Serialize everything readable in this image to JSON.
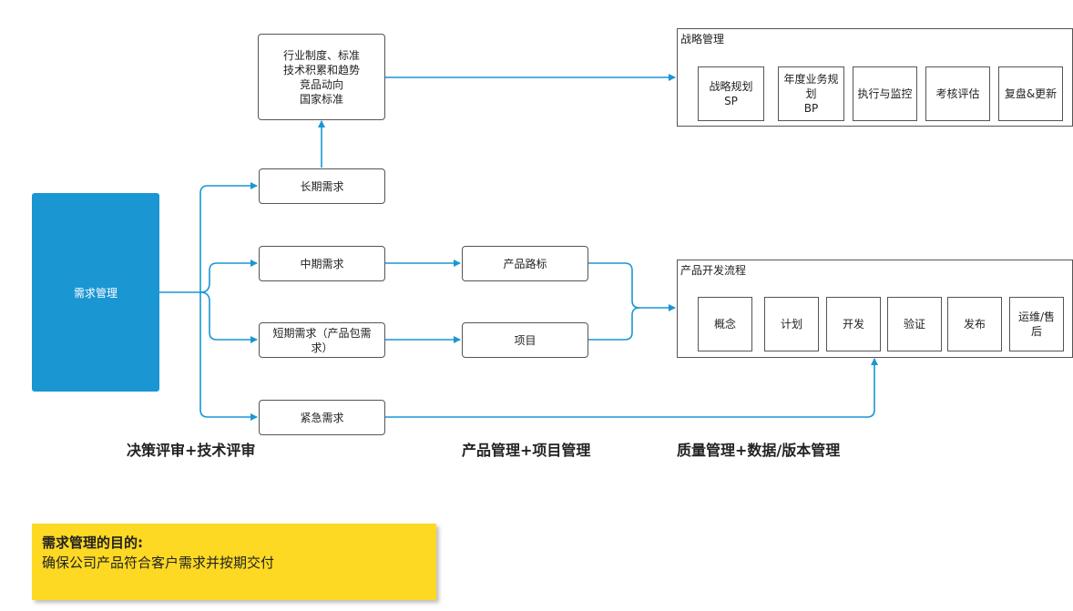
{
  "main": {
    "label": "需求管理"
  },
  "info_box": {
    "text": "行业制度、标准\n技术积累和趋势\n竞品动向\n国家标准"
  },
  "demands": {
    "long": "长期需求",
    "mid": "中期需求",
    "short": "短期需求（产品包需\n求）",
    "urgent": "紧急需求"
  },
  "product": {
    "roadmap": "产品路标",
    "project": "项目"
  },
  "strategy": {
    "title": "战略管理",
    "items": [
      "战略规划\nSP",
      "年度业务规\n划\nBP",
      "执行与监控",
      "考核评估",
      "复盘&更新"
    ]
  },
  "dev": {
    "title": "产品开发流程",
    "items": [
      "概念",
      "计划",
      "开发",
      "验证",
      "发布",
      "运维/售\n后"
    ]
  },
  "stages": {
    "decision": "决策评审+技术评审",
    "product_project": "产品管理+项目管理",
    "quality": "质量管理+数据/版本管理"
  },
  "note": {
    "title": "需求管理的目的:",
    "text": "确保公司产品符合客户需求并按期交付"
  },
  "colors": {
    "accent": "#1a96d3",
    "note_bg": "#fdd923",
    "line": "#1a96d3"
  }
}
